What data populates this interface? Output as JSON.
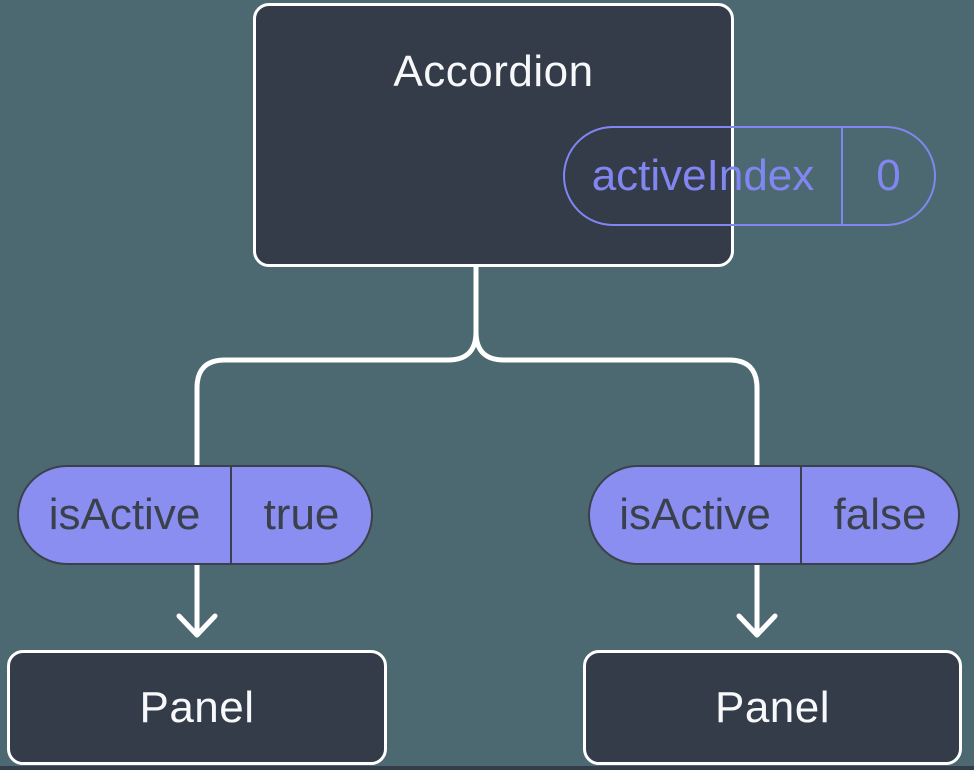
{
  "diagram": {
    "title_hint": "component tree diagram",
    "root_node": {
      "title": "Accordion",
      "prop_name": "activeIndex",
      "prop_value": "0"
    },
    "left_branch": {
      "prop_name": "isActive",
      "prop_value": "true",
      "node_title": "Panel"
    },
    "right_branch": {
      "prop_name": "isActive",
      "prop_value": "false",
      "node_title": "Panel"
    },
    "colors": {
      "background": "#4C6971",
      "node_fill": "#343B49",
      "node_border": "#FFFFFF",
      "pill_fill": "#8B8EF1",
      "accent_purple": "#8286F0",
      "dark_text": "#3B414C",
      "connector": "#FFFFFF",
      "bottom_strip": "#343B49"
    }
  }
}
